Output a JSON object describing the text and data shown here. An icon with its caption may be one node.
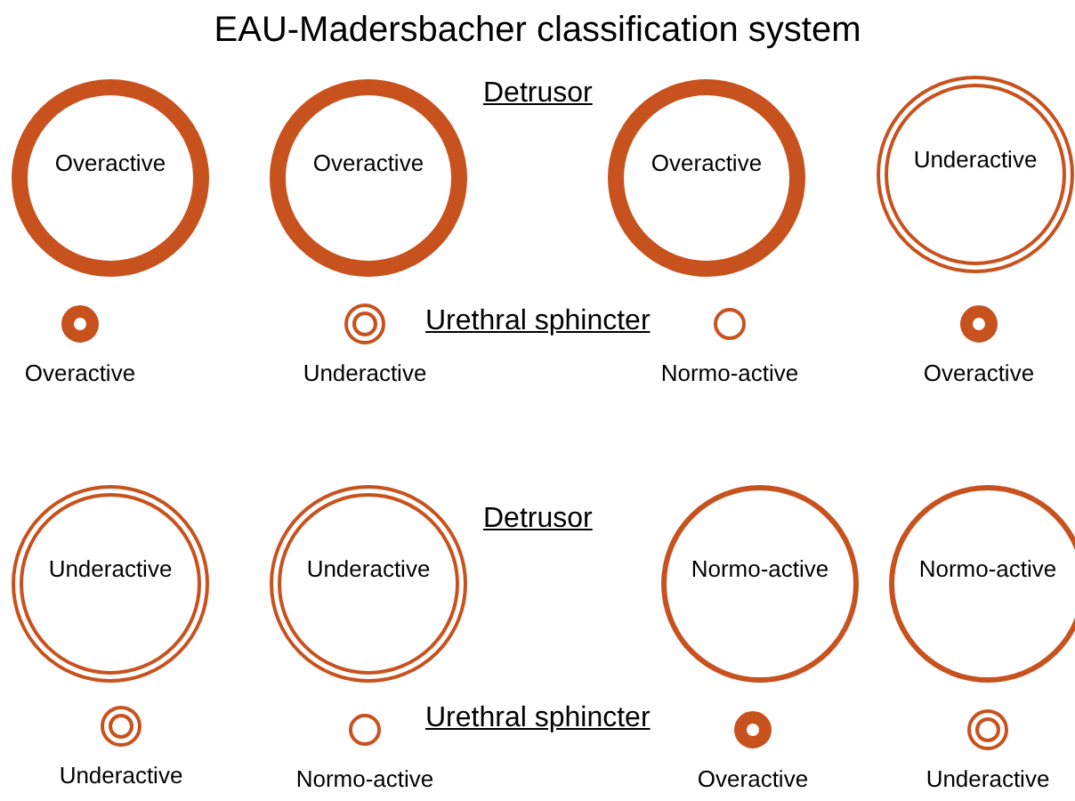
{
  "diagram": {
    "title": "EAU-Madersbacher classification system",
    "nodes": [
      {
        "text": [
          "Overactive"
        ]
      },
      {
        "text": [
          "Overactive"
        ]
      },
      {
        "text": [
          "Overactive"
        ]
      },
      {
        "text": [
          "Underactive"
        ]
      },
      {
        "text": [
          "Overactive"
        ]
      },
      {
        "text": [
          "Underactive"
        ]
      },
      {
        "text": [
          "Normo-active"
        ]
      },
      {
        "text": [
          "Overactive"
        ]
      },
      {
        "text": [
          "Underactive"
        ]
      },
      {
        "text": [
          "Underactive"
        ]
      },
      {
        "text": [
          "Normo-active"
        ]
      },
      {
        "text": [
          "Normo-active"
        ]
      },
      {
        "text": [
          "Underactive"
        ]
      },
      {
        "text": [
          "Normo-active"
        ]
      },
      {
        "text": [
          "Overactive"
        ]
      },
      {
        "text": [
          "Underactive"
        ]
      }
    ],
    "labels": [
      "Detrusor",
      "Urethral sphincter",
      "Detrusor",
      "Urethral sphincter"
    ]
  }
}
